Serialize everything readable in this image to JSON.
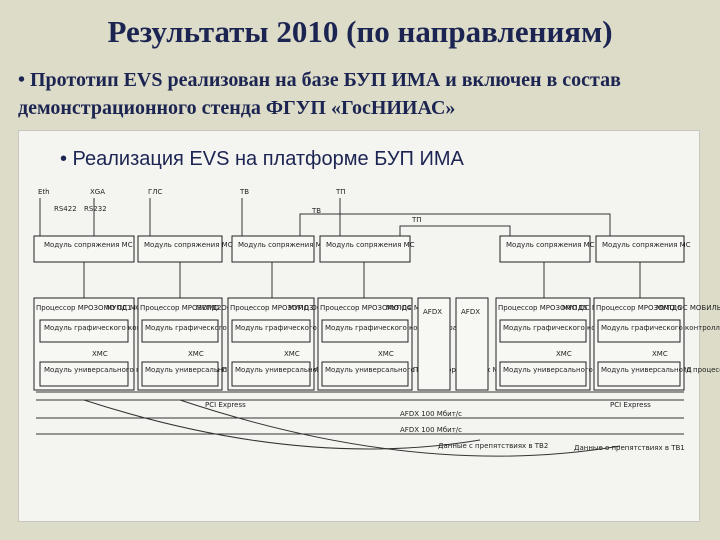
{
  "title": "Результаты 2010 (по направлениям)",
  "bullet": "• Прототип EVS реализован на базе БУП ИМА и включен в состав демонстрационного стенда ФГУП «ГосНИИАС»",
  "panel_title": "• Реализация EVS на платформе БУП ИМА",
  "top_labels": [
    "Eth",
    "XGA",
    "RS422",
    "RS232",
    "ГЛС",
    "ТВ",
    "ТП",
    "ТВ",
    "ТП"
  ],
  "module_ms": "Модуль сопряжения МС",
  "module_ms2": "Модуль сопряжения МС",
  "proc_label": "Процессор МРОЗОМО ОС МОБИЛЬ",
  "mupd": [
    "МУПД1",
    "МУПД2",
    "МУПД3",
    "МУПД4",
    "МУПД5",
    "МУПД6"
  ],
  "mgp": "Модуль графического контроллера МГП",
  "xmc": "XMC",
  "mupd_full": "Модуль универсального процессора данных МУПД",
  "afdx": "AFDX",
  "bus_labels": [
    "PCI Express",
    "AFDX 100 Мбит/с",
    "AFDX 100 Мбит/с",
    "PCI Express"
  ],
  "bottom_labels": [
    "Данные с препятствиях в ТВ2",
    "Данные о препятствиях в ТВ1"
  ]
}
